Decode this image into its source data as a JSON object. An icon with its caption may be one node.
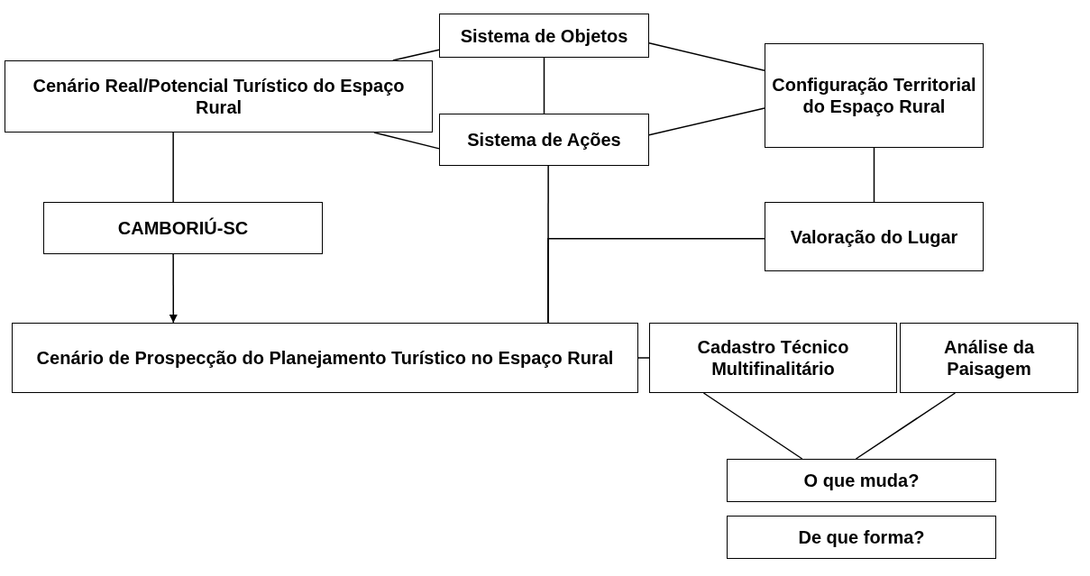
{
  "diagram": {
    "nodes": [
      {
        "text": [
          "Sistema de Objetos"
        ]
      },
      {
        "text": [
          "Cenário Real/Potencial Turístico do Espaço Rural"
        ]
      },
      {
        "text": [
          "Configuração Territorial do Espaço Rural"
        ]
      },
      {
        "text": [
          "Sistema de Ações"
        ]
      },
      {
        "text": [
          "CAMBORIÚ-SC"
        ]
      },
      {
        "text": [
          "Valoração do Lugar"
        ]
      },
      {
        "text": [
          "Cenário de Prospecção do Planejamento Turístico no Espaço Rural"
        ]
      },
      {
        "text": [
          "Cadastro Técnico Multifinalitário"
        ]
      },
      {
        "text": [
          "Análise da Paisagem"
        ]
      },
      {
        "text": [
          "O que muda?"
        ]
      },
      {
        "text": [
          "De que forma?"
        ]
      }
    ],
    "edges": [
      {
        "from": 1,
        "to": 0,
        "arrow": "none"
      },
      {
        "from": 0,
        "to": 2,
        "arrow": "none"
      },
      {
        "from": 0,
        "to": 3,
        "arrow": "none"
      },
      {
        "from": 1,
        "to": 3,
        "arrow": "none"
      },
      {
        "from": 3,
        "to": 2,
        "arrow": "none"
      },
      {
        "from": 1,
        "to": 4,
        "arrow": "none"
      },
      {
        "from": 4,
        "to": 6,
        "arrow": "to"
      },
      {
        "from": 3,
        "to": 6,
        "arrow": "none"
      },
      {
        "from": 5,
        "to": 6,
        "arrow": "none"
      },
      {
        "from": 2,
        "to": 5,
        "arrow": "none"
      },
      {
        "from": 6,
        "to": 7,
        "arrow": "none"
      },
      {
        "from": 7,
        "to": 9,
        "arrow": "none"
      },
      {
        "from": 8,
        "to": 9,
        "arrow": "none"
      }
    ]
  }
}
